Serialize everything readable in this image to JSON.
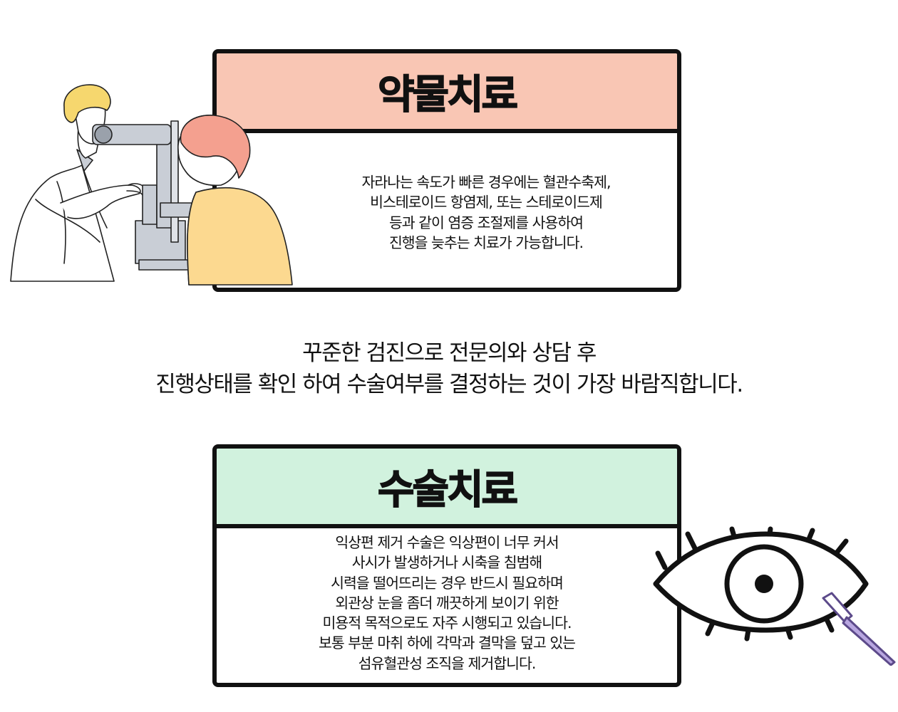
{
  "medication_card": {
    "title": "약물치료",
    "lines": [
      "자라나는 속도가 빠른 경우에는 혈관수축제,",
      "비스테로이드 항염제, 또는 스테로이드제",
      "등과 같이 염증 조절제를 사용하여",
      "진행을 늦추는 치료가 가능합니다."
    ],
    "header_color": "#f9c6b4"
  },
  "middle_text": {
    "lines": [
      "꾸준한 검진으로 전문의와 상담 후",
      "진행상태를 확인 하여 수술여부를 결정하는 것이 가장 바람직합니다."
    ]
  },
  "surgery_card": {
    "title": "수술치료",
    "lines": [
      "익상편 제거 수술은 익상편이 너무 커서",
      "사시가 발생하거나 시축을 침범해",
      "시력을 떨어뜨리는 경우 반드시 필요하며",
      "외관상 눈을 좀더 깨끗하게 보이기 위한",
      "미용적 목적으로도 자주 시행되고 있습니다.",
      "보통 부분 마취 하에 각막과 결막을 덮고 있는",
      "섬유혈관성 조직을 제거합니다."
    ],
    "header_color": "#d1f2de"
  },
  "icons": {
    "doctor_illustration": "eye-exam-illustration",
    "eye_illustration": "eye-scalpel-icon"
  }
}
